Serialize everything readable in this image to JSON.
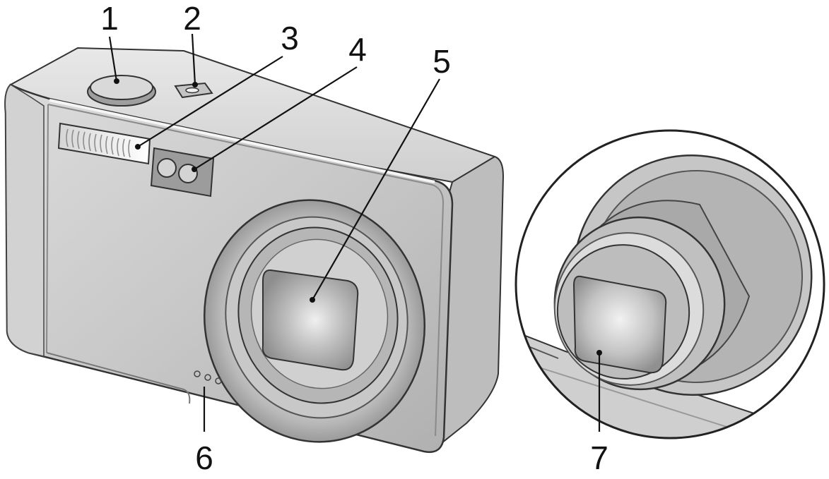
{
  "callouts": [
    {
      "number": "1",
      "part": "shutter-release-button"
    },
    {
      "number": "2",
      "part": "power-button"
    },
    {
      "number": "3",
      "part": "flash"
    },
    {
      "number": "4",
      "part": "af-auxiliary-light-window"
    },
    {
      "number": "5",
      "part": "lens"
    },
    {
      "number": "6",
      "part": "microphone"
    },
    {
      "number": "7",
      "part": "lens-extended-closeup"
    }
  ]
}
